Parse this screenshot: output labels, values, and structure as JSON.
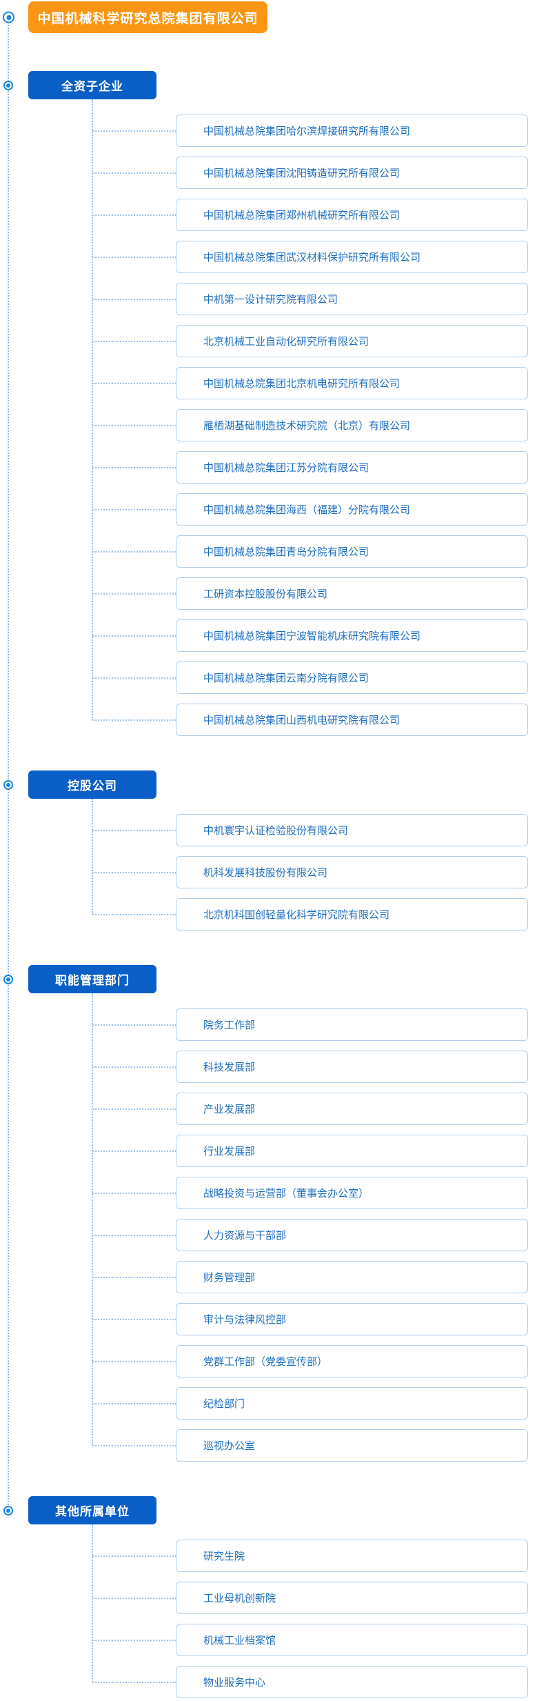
{
  "root": {
    "title": "中国机械科学研究总院集团有限公司"
  },
  "colors": {
    "root_orange": "#fa9613",
    "category_blue": "#0a5fc7",
    "child_text_blue": "#1e6ec0",
    "child_border_blue": "#afcfea",
    "connector_blue": "#9cc3e8",
    "bullet_blue": "#1787e3"
  },
  "sections": [
    {
      "label": "全资子企业",
      "children": [
        "中国机械总院集团哈尔滨焊接研究所有限公司",
        "中国机械总院集团沈阳铸造研究所有限公司",
        "中国机械总院集团郑州机械研究所有限公司",
        "中国机械总院集团武汉材料保护研究所有限公司",
        "中机第一设计研究院有限公司",
        "北京机械工业自动化研究所有限公司",
        "中国机械总院集团北京机电研究所有限公司",
        "雁栖湖基础制造技术研究院（北京）有限公司",
        "中国机械总院集团江苏分院有限公司",
        "中国机械总院集团海西（福建）分院有限公司",
        "中国机械总院集团青岛分院有限公司",
        "工研资本控股股份有限公司",
        "中国机械总院集团宁波智能机床研究院有限公司",
        "中国机械总院集团云南分院有限公司",
        "中国机械总院集团山西机电研究院有限公司"
      ]
    },
    {
      "label": "控股公司",
      "children": [
        "中机寰宇认证检验股份有限公司",
        "机科发展科技股份有限公司",
        "北京机科国创轻量化科学研究院有限公司"
      ]
    },
    {
      "label": "职能管理部门",
      "children": [
        "院务工作部",
        "科技发展部",
        "产业发展部",
        "行业发展部",
        "战略投资与运营部（董事会办公室）",
        "人力资源与干部部",
        "财务管理部",
        "审计与法律风控部",
        "党群工作部（党委宣传部）",
        "纪检部门",
        "巡视办公室"
      ]
    },
    {
      "label": "其他所属单位",
      "children": [
        "研究生院",
        "工业母机创新院",
        "机械工业档案馆",
        "物业服务中心"
      ]
    }
  ]
}
